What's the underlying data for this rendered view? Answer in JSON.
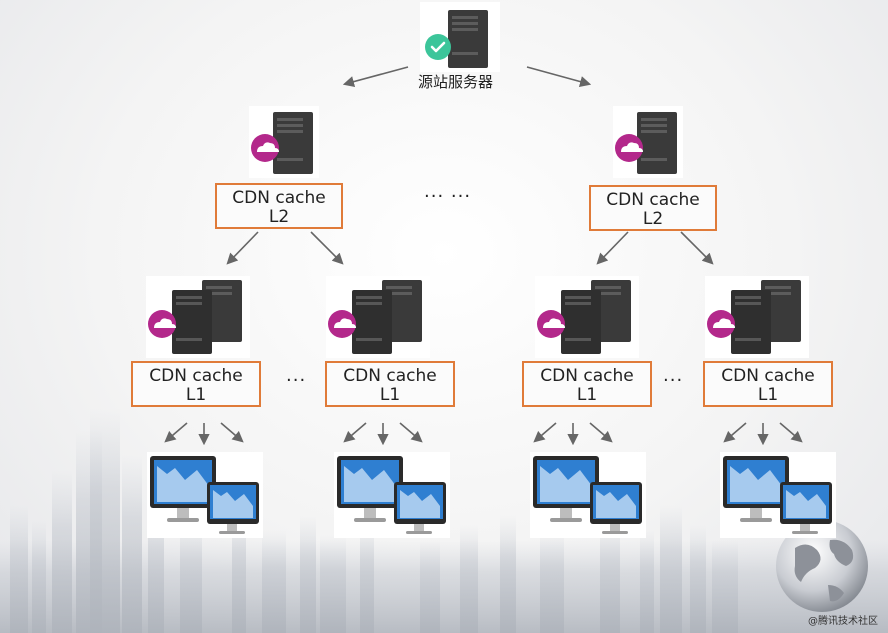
{
  "origin": {
    "label": "源站服务器",
    "status_icon": "check-icon",
    "status_color": "#3cc59a"
  },
  "l2_caches": [
    {
      "title": "CDN cache",
      "level": "L2"
    },
    {
      "title": "CDN cache",
      "level": "L2"
    }
  ],
  "l1_caches": [
    {
      "title": "CDN cache",
      "level": "L1"
    },
    {
      "title": "CDN cache",
      "level": "L1"
    },
    {
      "title": "CDN cache",
      "level": "L1"
    },
    {
      "title": "CDN cache",
      "level": "L1"
    }
  ],
  "ellipses": {
    "l2_gap": "··· ···",
    "l1_gap": "···"
  },
  "colors": {
    "box_border": "#e07b39",
    "cdn_badge": "#b3288b",
    "server_body": "#3a3a3a",
    "arrow": "#666666",
    "monitor_screen": "#2f7fd1"
  },
  "watermark": "@腾讯技术社区"
}
